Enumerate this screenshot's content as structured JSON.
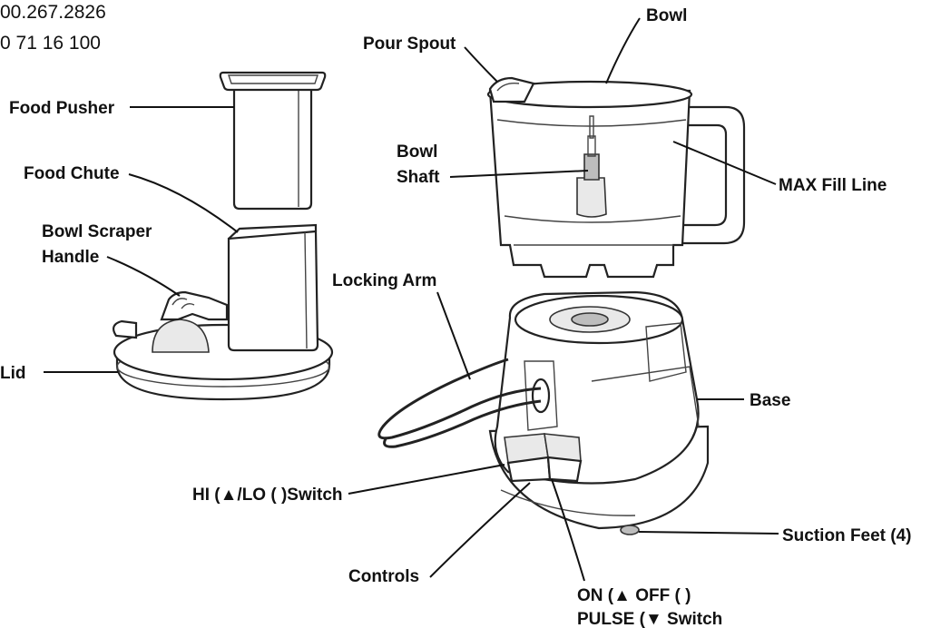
{
  "header": {
    "phone_line1": "00.267.2826",
    "phone_line2": "0 71 16 100"
  },
  "labels": {
    "food_pusher": "Food Pusher",
    "food_chute": "Food Chute",
    "bowl_scraper_line1": "Bowl Scraper",
    "bowl_scraper_line2": "Handle",
    "lid": "Lid",
    "pour_spout": "Pour Spout",
    "bowl": "Bowl",
    "bowl_shaft_line1": "Bowl",
    "bowl_shaft_line2": "Shaft",
    "max_fill_line": "MAX Fill Line",
    "locking_arm": "Locking Arm",
    "base": "Base",
    "hi_lo_switch": "HI (▲/LO ( )Switch",
    "suction_feet": "Suction Feet (4)",
    "controls": "Controls",
    "on_off_line1": "ON (▲ OFF ( )",
    "on_off_line2": "PULSE (▼ Switch"
  }
}
